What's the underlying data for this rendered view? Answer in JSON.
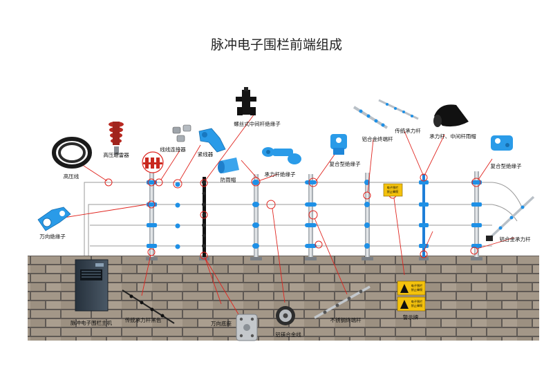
{
  "title": "脉冲电子围栏前端组成",
  "labels": {
    "high_voltage_wire": "高压线",
    "surge_arrester": "高压避雷器",
    "wire_connector": "线线连接器",
    "tensioner": "紧线器",
    "screw_insulator": "螺丝式中间杆绝缘子",
    "rain_cap": "防雨帽",
    "bearing_insulator": "承力杆绝缘子",
    "composite_insulator_1": "复合型绝缘子",
    "aluminum_terminal_rod": "铝合金终端杆",
    "traditional_bearing_rod": "传统承力杆",
    "rod_cap": "承力杆、中间杆雨帽",
    "composite_insulator_2": "复合型绝缘子",
    "universal_insulator": "万向绝缘子",
    "aluminum_bearing_rod": "铝合金承力杆",
    "host": "脉冲电子围栏主机",
    "traditional_rod_black": "传统承力杆黑色",
    "universal_base": "万向底座",
    "aluminum_alloy_wire": "铝镁合金线",
    "stainless_terminal_rod": "不锈钢终端杆",
    "warning_sign": "警示牌"
  },
  "sign_text": {
    "line1": "电子围栏",
    "line2": "禁止攀爬"
  },
  "colors": {
    "wall": "#5a5552",
    "brick": "#a39788",
    "mortar": "#5f5954",
    "insulator_blue": "#1e90e6",
    "leader_red": "#e0231d",
    "wire": "#888888",
    "warning_yellow": "#f4c20d"
  }
}
